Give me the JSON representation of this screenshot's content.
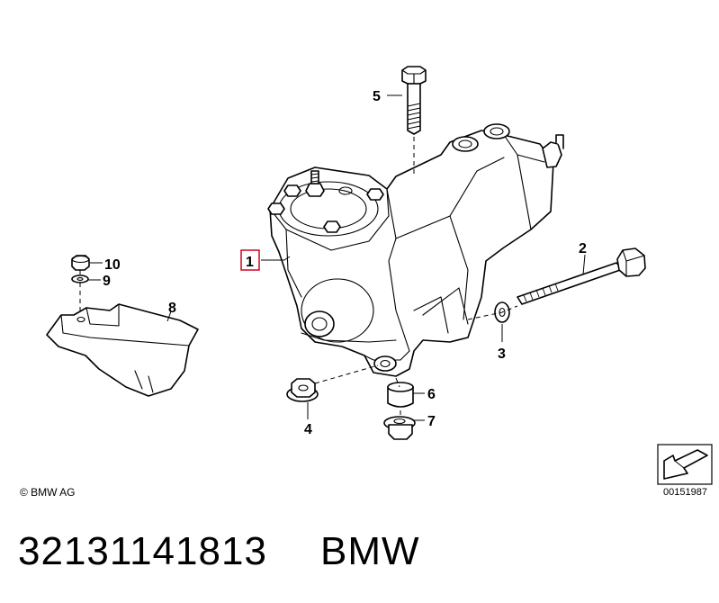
{
  "callouts": [
    {
      "id": "1",
      "label": "1"
    },
    {
      "id": "2",
      "label": "2"
    },
    {
      "id": "3",
      "label": "3"
    },
    {
      "id": "4",
      "label": "4"
    },
    {
      "id": "5",
      "label": "5"
    },
    {
      "id": "6",
      "label": "6"
    },
    {
      "id": "7",
      "label": "7"
    },
    {
      "id": "8",
      "label": "8"
    },
    {
      "id": "9",
      "label": "9"
    },
    {
      "id": "10",
      "label": "10"
    }
  ],
  "highlighted_callout": "1",
  "highlight_color": "#d0021b",
  "copyright": "© BMW AG",
  "diagram_code": "00151987",
  "part_number": "32131141813",
  "brand": "BMW"
}
